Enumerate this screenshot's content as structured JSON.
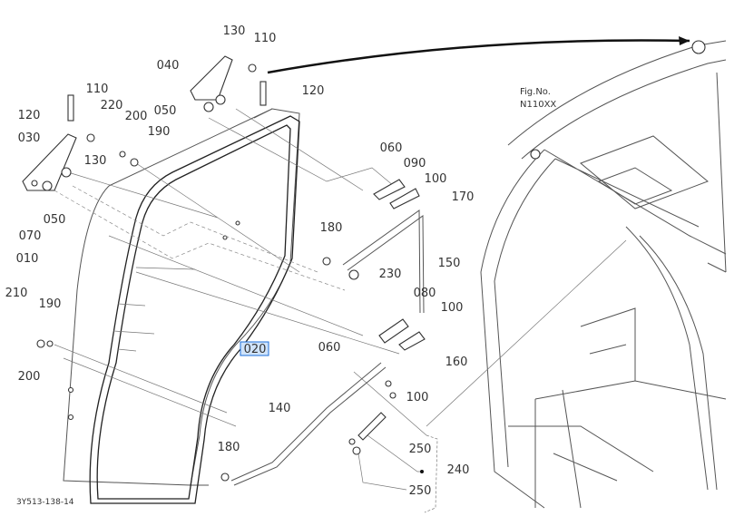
{
  "figure": {
    "fig_label": "Fig.No.",
    "fig_number": "N110XX",
    "drawing_id": "3Y513-138-14",
    "highlight_color": "#1e6fd9"
  },
  "parts": {
    "p130a": "130",
    "p110a": "110",
    "p040": "040",
    "p120a": "120",
    "p110b": "110",
    "p120b": "120",
    "p220": "220",
    "p200a": "200",
    "p190a": "190",
    "p050a": "050",
    "p030": "030",
    "p130b": "130",
    "p070": "070",
    "p050b": "050",
    "p010": "010",
    "p060a": "060",
    "p090": "090",
    "p100a": "100",
    "p170": "170",
    "p180a": "180",
    "p230": "230",
    "p150": "150",
    "p080": "080",
    "p100b": "100",
    "p060b": "060",
    "p160": "160",
    "p100c": "100",
    "p140": "140",
    "p250a": "250",
    "p240": "240",
    "p250b": "250",
    "p020": "020",
    "p210": "210",
    "p190b": "190",
    "p200b": "200",
    "p180b": "180"
  }
}
